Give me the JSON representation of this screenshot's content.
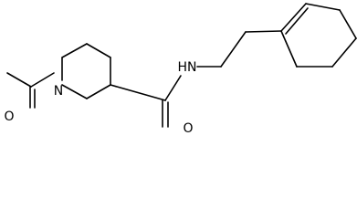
{
  "diagram": {
    "type": "skeletal-structure",
    "atom_labels": {
      "n_ring": "N",
      "o_acetyl": "O",
      "n_amide": "HN",
      "o_amide": "O"
    },
    "colors": {
      "bond": "#000000",
      "background": "#ffffff"
    }
  }
}
